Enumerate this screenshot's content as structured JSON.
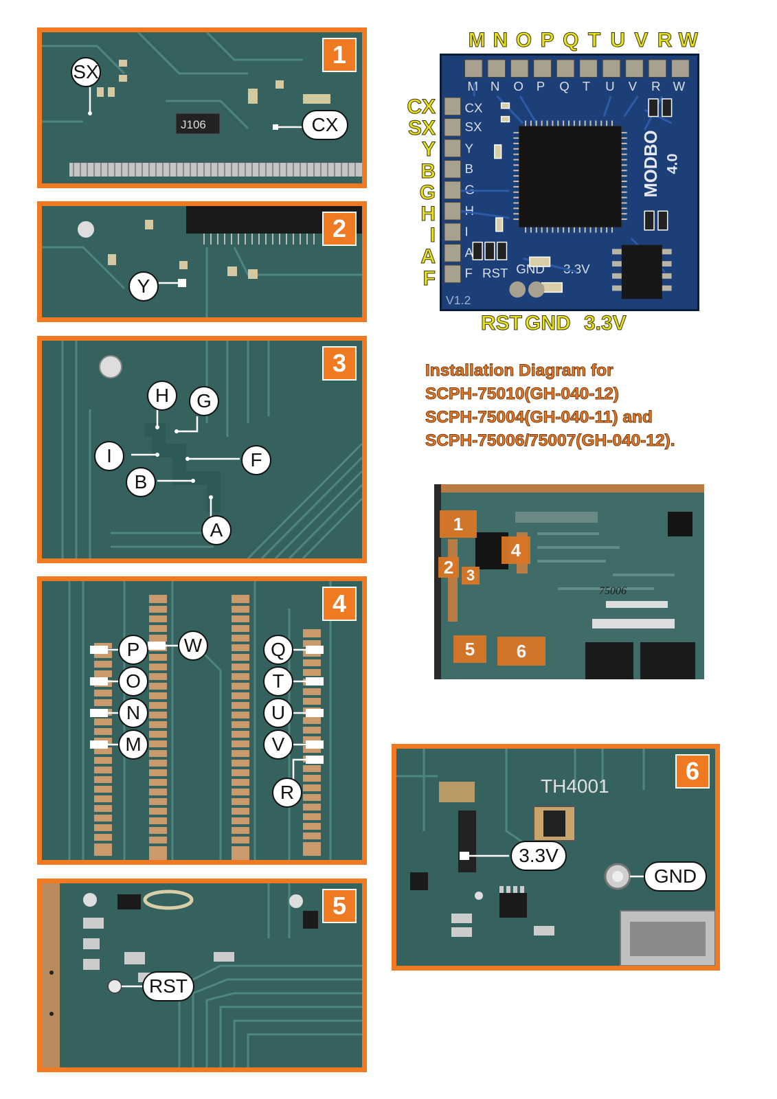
{
  "modchip": {
    "top_pins": [
      "M",
      "N",
      "O",
      "P",
      "Q",
      "T",
      "U",
      "V",
      "R",
      "W"
    ],
    "left_pins": [
      "CX",
      "SX",
      "Y",
      "B",
      "G",
      "H",
      "I",
      "A",
      "F"
    ],
    "bottom_pins": [
      "RST",
      "GND",
      "3.3V"
    ],
    "board_text": [
      "MODBO",
      "4.0",
      "V1.2"
    ]
  },
  "title": {
    "line1": "Installation Diagram for",
    "line2": "SCPH-75010(GH-040-12)",
    "line3": "SCPH-75004(GH-040-11) and",
    "line4": "SCPH-75006/75007(GH-040-12)."
  },
  "panels": {
    "p1": {
      "number": "1",
      "labels": {
        "sx": "SX",
        "cx": "CX"
      },
      "part": "J106"
    },
    "p2": {
      "number": "2",
      "labels": {
        "y": "Y"
      }
    },
    "p3": {
      "number": "3",
      "labels": {
        "h": "H",
        "g": "G",
        "i": "I",
        "f": "F",
        "b": "B",
        "a": "A"
      }
    },
    "p4": {
      "number": "4",
      "labels": {
        "p": "P",
        "o": "O",
        "n": "N",
        "m": "M",
        "w": "W",
        "q": "Q",
        "t": "T",
        "u": "U",
        "v": "V",
        "r": "R"
      }
    },
    "p5": {
      "number": "5",
      "labels": {
        "rst": "RST"
      }
    },
    "p6": {
      "number": "6",
      "labels": {
        "v33": "3.3V",
        "gnd": "GND"
      },
      "part": "TH4001"
    }
  },
  "overview": {
    "zones": [
      "1",
      "2",
      "3",
      "4",
      "5",
      "6"
    ]
  },
  "colors": {
    "accent": "#f07a22",
    "pcb": "#35625f",
    "pin_label": "#e8e21e"
  }
}
